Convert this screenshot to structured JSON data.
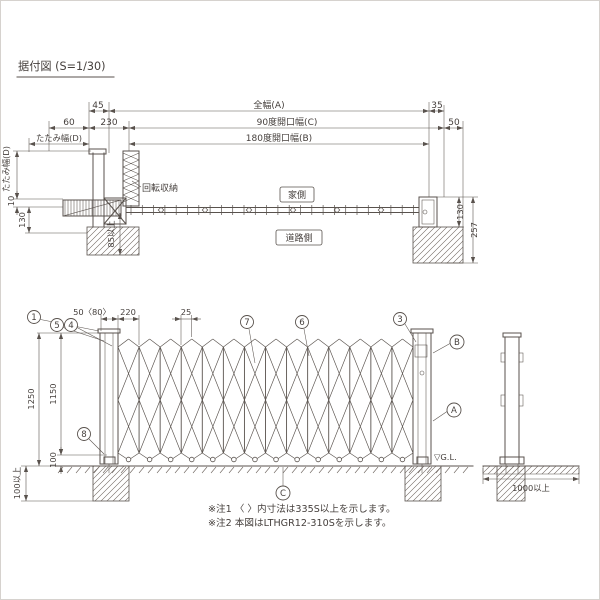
{
  "title": "据付図 (S=1/30)",
  "plan": {
    "dims": {
      "w45": "45",
      "total_a": "全幅(A)",
      "w35": "35",
      "w60": "60",
      "w230": "230",
      "open90_c": "90度開口幅(C)",
      "w50": "50",
      "fold_d": "たたみ幅(D)",
      "open180_b": "180度開口幅(B)",
      "fold_d_v": "たたみ幅(D)",
      "w10": "10",
      "w130_left": "130",
      "min85": "85以上",
      "w130_right": "130",
      "w257": "257"
    },
    "labels": {
      "rotate_storage": "回転収納",
      "house_side": "家側",
      "road_side": "道路側"
    }
  },
  "elev": {
    "dims": {
      "w50_80": "50〈80〉",
      "w220": "220",
      "w25": "25",
      "h1250": "1250",
      "h1150": "1150",
      "h100": "100",
      "min100": "100以上",
      "min1000": "1000以上"
    },
    "labels": {
      "gl": "▽G.L."
    },
    "callouts": {
      "c1": "1",
      "c3": "3",
      "c4": "4",
      "c5": "5",
      "c6": "6",
      "c7": "7",
      "c8": "8",
      "cA": "A",
      "cB": "B",
      "cC": "C"
    }
  },
  "notes": {
    "note1": "※注1 〈 〉内寸法は335S以上を示します。",
    "note2": "※注2 本図はLTHGR12-310Sを示します。"
  }
}
